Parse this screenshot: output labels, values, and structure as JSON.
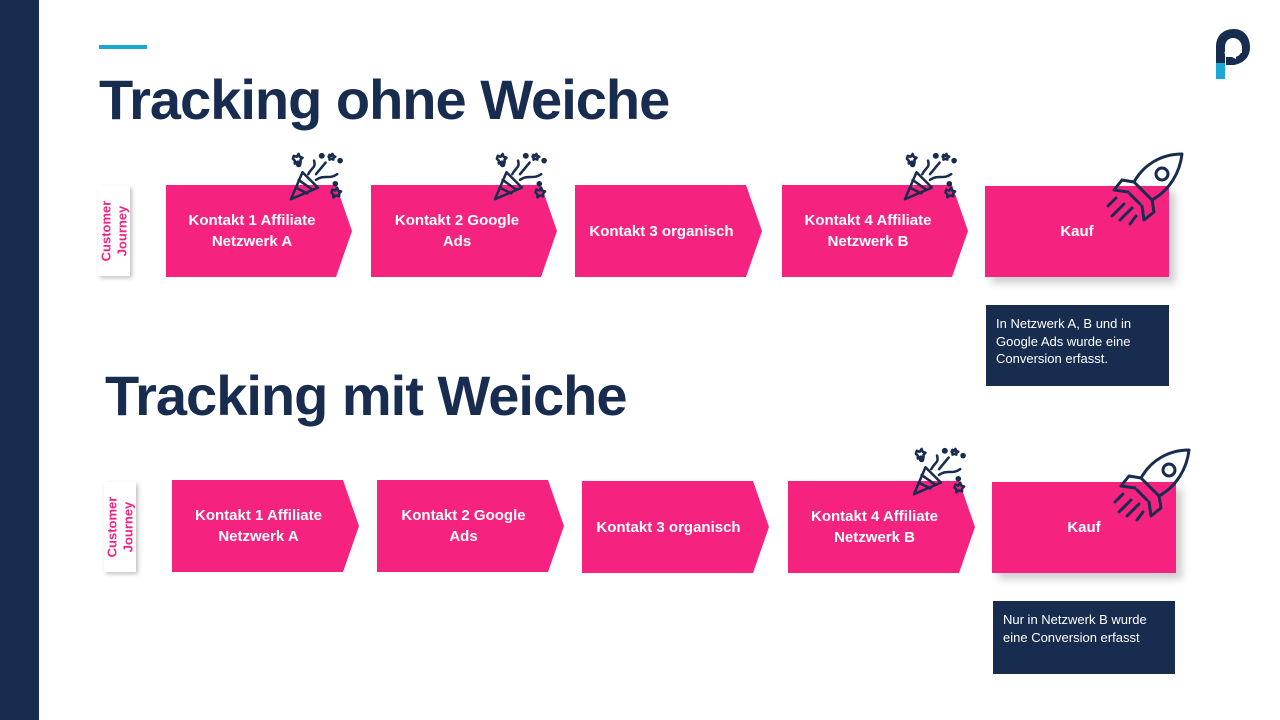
{
  "colors": {
    "navy": "#182c50",
    "pink": "#f5237f",
    "cyan": "#19a8d6"
  },
  "logo": {
    "icon": "arrow-p-logo-icon"
  },
  "section_1": {
    "title": "Tracking ohne Weiche",
    "journey_label": [
      "Customer",
      "Journey"
    ],
    "steps": [
      {
        "line1": "Kontakt 1 Affiliate",
        "line2": "Netzwerk  A",
        "icon": "party-popper-icon"
      },
      {
        "line1": "Kontakt 2 Google",
        "line2": "Ads",
        "icon": "party-popper-icon"
      },
      {
        "line1": "Kontakt 3 organisch",
        "line2": ""
      },
      {
        "line1": "Kontakt 4 Affiliate",
        "line2": "Netzwerk  B",
        "icon": "party-popper-icon"
      }
    ],
    "final": {
      "label": "Kauf",
      "icon": "rocket-icon"
    },
    "note": "In Netzwerk A, B und in Google Ads wurde eine Conversion erfasst."
  },
  "section_2": {
    "title": "Tracking mit Weiche",
    "journey_label": [
      "Customer",
      "Journey"
    ],
    "steps": [
      {
        "line1": "Kontakt 1 Affiliate",
        "line2": "Netzwerk  A"
      },
      {
        "line1": "Kontakt 2 Google",
        "line2": "Ads"
      },
      {
        "line1": "Kontakt 3 organisch",
        "line2": ""
      },
      {
        "line1": "Kontakt 4 Affiliate",
        "line2": "Netzwerk  B",
        "icon": "party-popper-icon"
      }
    ],
    "final": {
      "label": "Kauf",
      "icon": "rocket-icon"
    },
    "note": "Nur in Netzwerk B wurde eine Conversion erfasst"
  }
}
